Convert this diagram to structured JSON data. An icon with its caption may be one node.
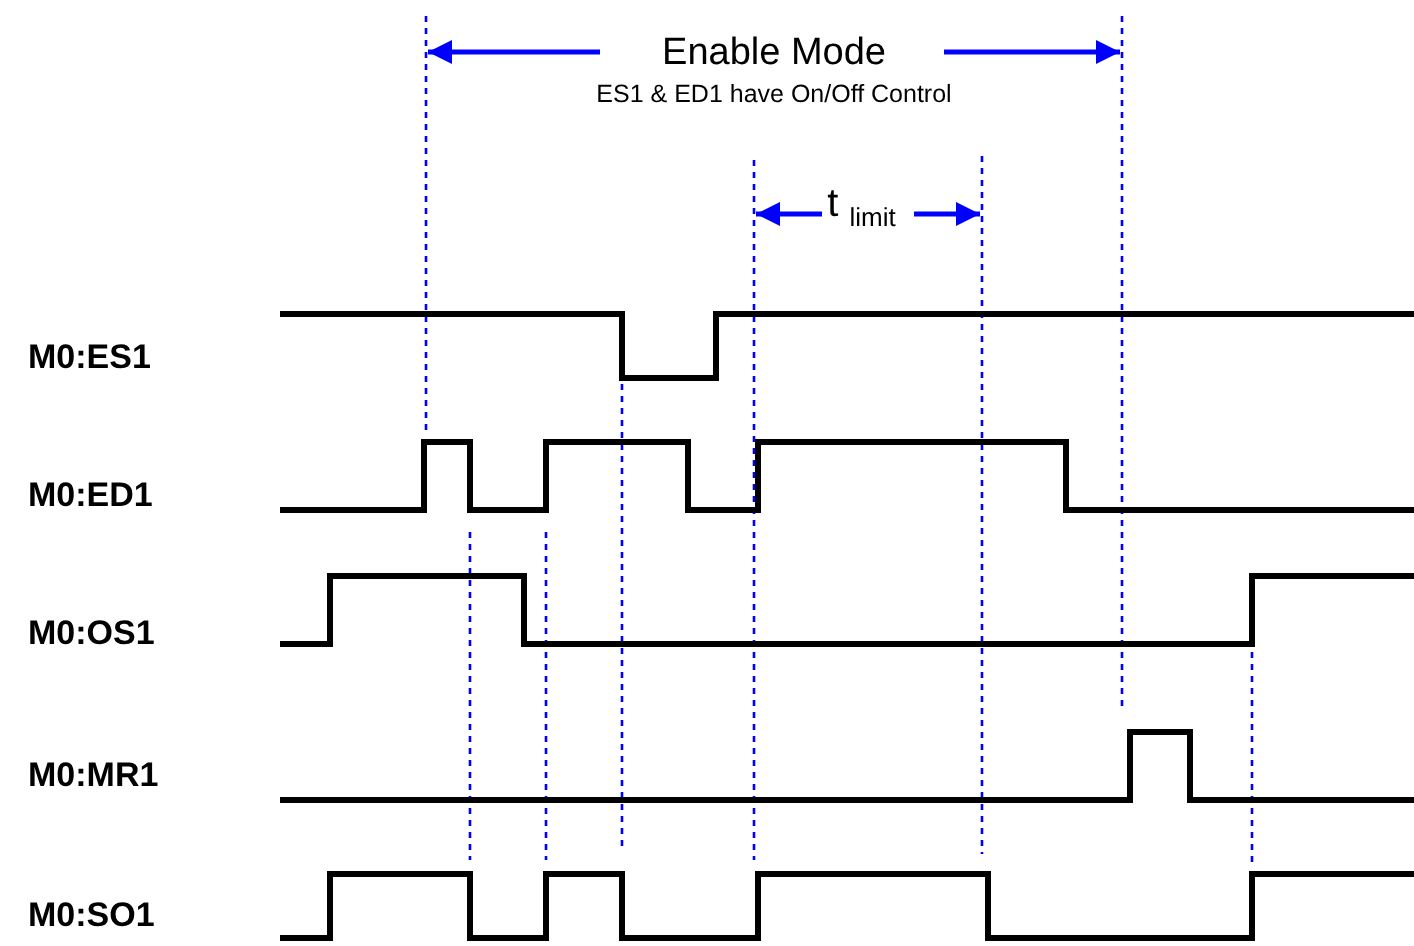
{
  "diagram": {
    "labels": [
      "Enable Mode",
      "ES1 & ED1 have On/Off Control",
      "t $_{limit}$",
      "M0:ES1",
      "M0:ED1",
      "M0:OS1",
      "M0:MR1",
      "M0:SO1"
    ]
  }
}
